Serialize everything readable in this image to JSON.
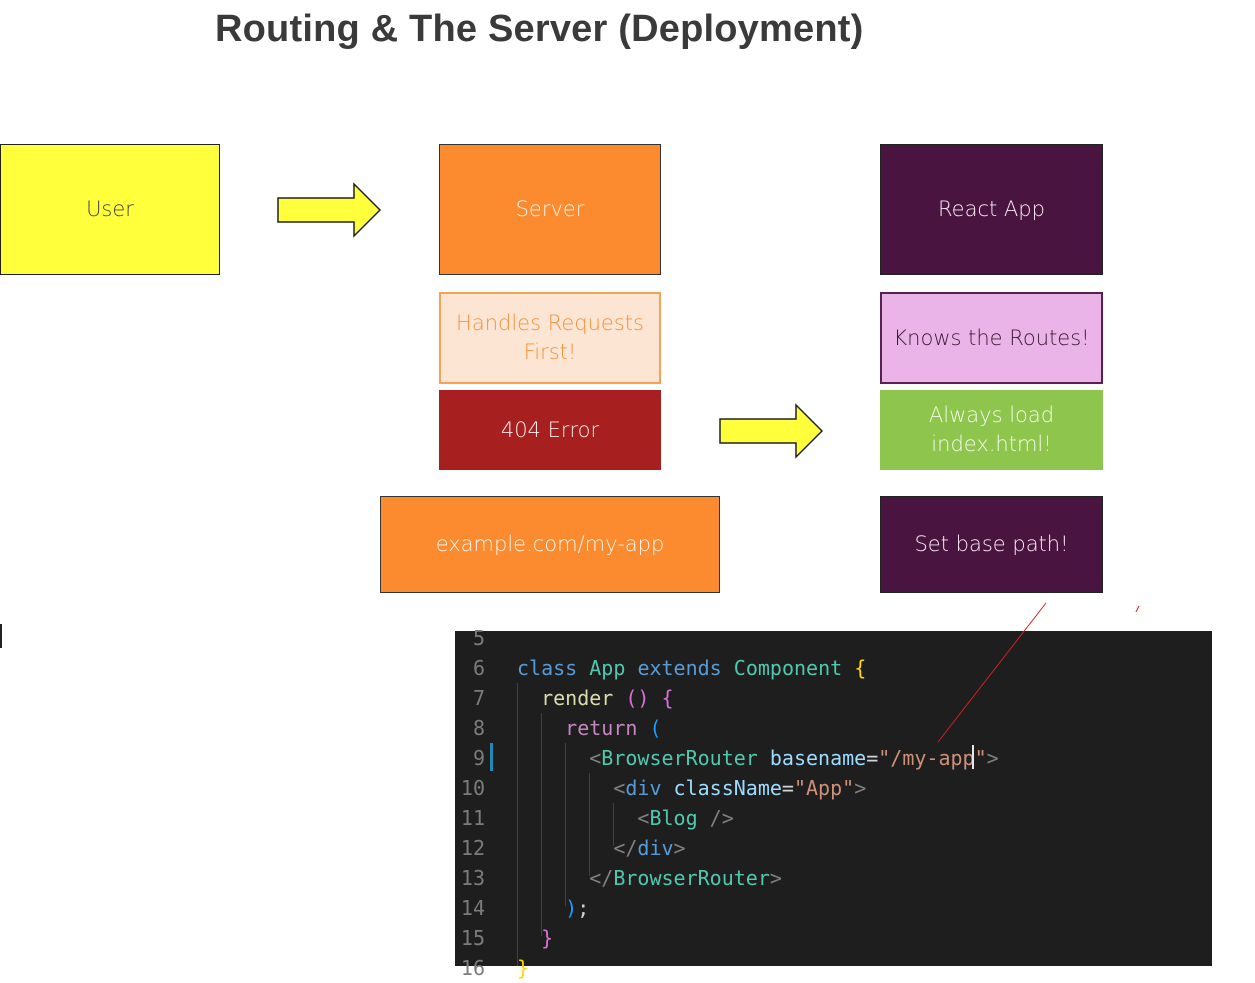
{
  "title": "Routing & The Server (Deployment)",
  "boxes": {
    "user": "User",
    "server": "Server",
    "react_app": "React App",
    "handles_requests": "Handles Requests First!",
    "knows_routes": "Knows the Routes!",
    "error_404": "404 Error",
    "always_load": "Always load index.html!",
    "example_url": "example.com/my-app",
    "set_base_path": "Set base path!"
  },
  "colors": {
    "user": "#ffff3c",
    "server": "#fc8a2e",
    "react_app": "#4a1440",
    "handles_requests": "#fde5d3",
    "knows_routes": "#ebb4e8",
    "error_404": "#a71f1f",
    "always_load": "#8ec54c",
    "arrow": "#ffff3c",
    "annotation_line": "#d22222",
    "editor_background": "#1e1e1e"
  },
  "code": {
    "lines": [
      {
        "n": "5",
        "tokens": []
      },
      {
        "n": "6",
        "tokens": [
          {
            "t": "class",
            "c": "t-kw"
          },
          {
            "t": " ",
            "c": "t-punc"
          },
          {
            "t": "App",
            "c": "t-cls"
          },
          {
            "t": " ",
            "c": "t-punc"
          },
          {
            "t": "extends",
            "c": "t-kw"
          },
          {
            "t": " ",
            "c": "t-punc"
          },
          {
            "t": "Component",
            "c": "t-cls"
          },
          {
            "t": " ",
            "c": "t-punc"
          },
          {
            "t": "{",
            "c": "t-brace"
          }
        ]
      },
      {
        "n": "7",
        "tokens": [
          {
            "t": "  ",
            "c": "t-punc"
          },
          {
            "t": "render",
            "c": "t-fn"
          },
          {
            "t": " ",
            "c": "t-punc"
          },
          {
            "t": "()",
            "c": "t-paren"
          },
          {
            "t": " ",
            "c": "t-punc"
          },
          {
            "t": "{",
            "c": "t-paren"
          }
        ]
      },
      {
        "n": "8",
        "tokens": [
          {
            "t": "    ",
            "c": "t-punc"
          },
          {
            "t": "return",
            "c": "t-ctrl"
          },
          {
            "t": " ",
            "c": "t-punc"
          },
          {
            "t": "(",
            "c": "t-paren2"
          }
        ]
      },
      {
        "n": "9",
        "tokens": [
          {
            "t": "      ",
            "c": "t-punc"
          },
          {
            "t": "<",
            "c": "t-tagp"
          },
          {
            "t": "BrowserRouter",
            "c": "t-cls"
          },
          {
            "t": " ",
            "c": "t-punc"
          },
          {
            "t": "basename",
            "c": "t-attr"
          },
          {
            "t": "=",
            "c": "t-punc"
          },
          {
            "t": "\"/my-app\"",
            "c": "t-str"
          },
          {
            "t": ">",
            "c": "t-tagp"
          }
        ]
      },
      {
        "n": "10",
        "tokens": [
          {
            "t": "        ",
            "c": "t-punc"
          },
          {
            "t": "<",
            "c": "t-tagp"
          },
          {
            "t": "div",
            "c": "t-kw"
          },
          {
            "t": " ",
            "c": "t-punc"
          },
          {
            "t": "className",
            "c": "t-attr"
          },
          {
            "t": "=",
            "c": "t-punc"
          },
          {
            "t": "\"App\"",
            "c": "t-str"
          },
          {
            "t": ">",
            "c": "t-tagp"
          }
        ]
      },
      {
        "n": "11",
        "tokens": [
          {
            "t": "          ",
            "c": "t-punc"
          },
          {
            "t": "<",
            "c": "t-tagp"
          },
          {
            "t": "Blog",
            "c": "t-cls"
          },
          {
            "t": " />",
            "c": "t-tagp"
          }
        ]
      },
      {
        "n": "12",
        "tokens": [
          {
            "t": "        ",
            "c": "t-punc"
          },
          {
            "t": "</",
            "c": "t-tagp"
          },
          {
            "t": "div",
            "c": "t-kw"
          },
          {
            "t": ">",
            "c": "t-tagp"
          }
        ]
      },
      {
        "n": "13",
        "tokens": [
          {
            "t": "      ",
            "c": "t-punc"
          },
          {
            "t": "</",
            "c": "t-tagp"
          },
          {
            "t": "BrowserRouter",
            "c": "t-cls"
          },
          {
            "t": ">",
            "c": "t-tagp"
          }
        ]
      },
      {
        "n": "14",
        "tokens": [
          {
            "t": "    ",
            "c": "t-punc"
          },
          {
            "t": ")",
            "c": "t-paren2"
          },
          {
            "t": ";",
            "c": "t-punc"
          }
        ]
      },
      {
        "n": "15",
        "tokens": [
          {
            "t": "  ",
            "c": "t-punc"
          },
          {
            "t": "}",
            "c": "t-paren"
          }
        ]
      },
      {
        "n": "16",
        "tokens": [
          {
            "t": "}",
            "c": "t-brace"
          }
        ]
      }
    ]
  }
}
